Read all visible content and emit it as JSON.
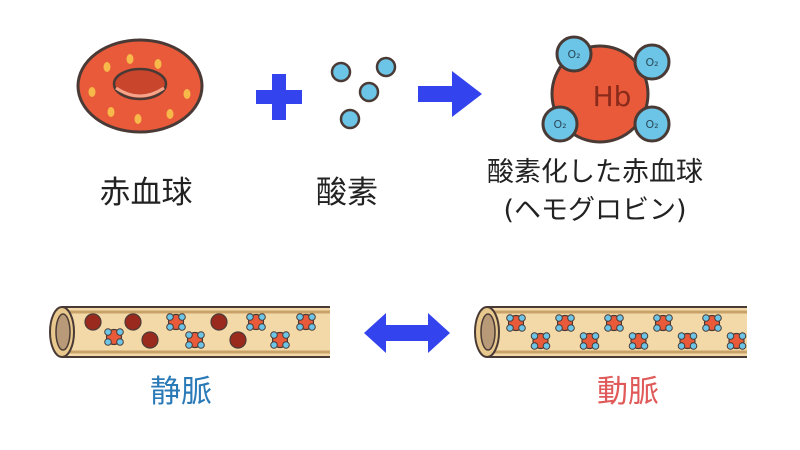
{
  "labels": {
    "red_blood_cell": "赤血球",
    "oxygen": "酸素",
    "oxygenated_line1": "酸素化した赤血球",
    "oxygenated_line2": "(ヘモグロビン)",
    "vein": "静脈",
    "artery": "動脈",
    "hb": "Hb",
    "o2": "O₂"
  },
  "colors": {
    "operator_blue": "#3344ee",
    "cell_red": "#e85a3a",
    "dark_cell": "#9a2a1e",
    "oxygen_blue": "#6cc4e6",
    "vessel": "#f3d9a8",
    "vein_text": "#2a7ab8",
    "artery_text": "#e05a5a"
  }
}
